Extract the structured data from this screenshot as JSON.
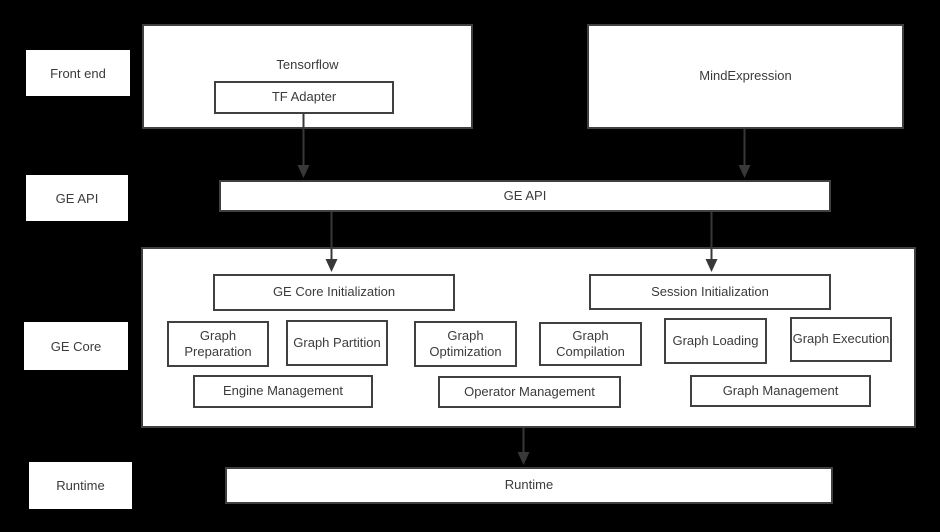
{
  "rail_labels": {
    "front_end": "Front end",
    "ge_api": "GE API",
    "ge_core": "GE Core",
    "runtime": "Runtime"
  },
  "front_end": {
    "tensorflow": "Tensorflow",
    "tf_adapter": "TF Adapter",
    "mind_expression": "MindExpression"
  },
  "api": {
    "ge_api": "GE API"
  },
  "ge_core": {
    "ge_core_initialization": "GE Core Initialization",
    "session_initialization": "Session Initialization",
    "graph_preparation": "Graph Preparation",
    "graph_partition": "Graph Partition",
    "graph_optimization": "Graph Optimization",
    "graph_compilation": "Graph Compilation",
    "graph_loading": "Graph Loading",
    "graph_execution": "Graph Execution",
    "engine_management": "Engine Management",
    "operator_management": "Operator Management",
    "graph_management": "Graph Management"
  },
  "runtime": {
    "runtime": "Runtime"
  },
  "colors": {
    "background": "#000000",
    "box_fill": "#ffffff",
    "box_border": "#404040",
    "text": "#3b3b3b",
    "arrow": "#383838"
  }
}
